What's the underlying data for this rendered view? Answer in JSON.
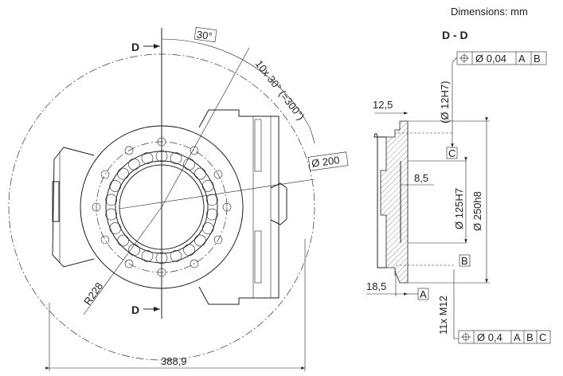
{
  "units_label": "Dimensions: mm",
  "section_label": "D - D",
  "section_marker": "D",
  "front_view": {
    "angle_box": "30°",
    "angle_pattern": "10x 30° (=300°)",
    "bolt_circle": "Ø 200",
    "radius": "R228",
    "width": "388,9"
  },
  "section_view": {
    "dim_flange": "12,5",
    "dim_pin": "(Ø 12H7)",
    "dim_recess": "8,5",
    "dim_bore": "Ø 125H7",
    "dim_outer": "Ø 250h8",
    "dim_offset": "18,5",
    "thread": "11x M12",
    "datum_a": "A",
    "datum_b": "B",
    "datum_c": "C",
    "fcf_top": {
      "symbol": "position-icon",
      "tol": "Ø 0,04",
      "refs": [
        "A",
        "B"
      ]
    },
    "fcf_bottom": {
      "symbol": "position-icon",
      "tol": "Ø 0,4",
      "refs": [
        "A",
        "B",
        "C"
      ]
    }
  }
}
